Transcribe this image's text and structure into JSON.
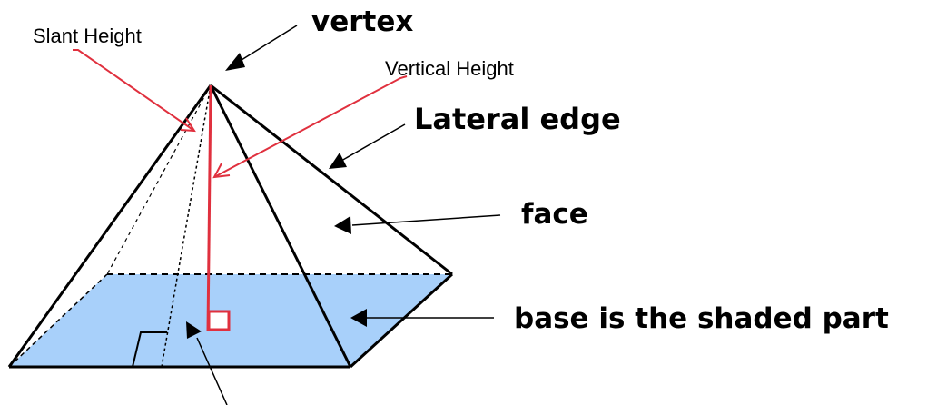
{
  "labels": {
    "vertex": "vertex",
    "slant_height": "Slant Height",
    "vertical_height": "Vertical Height",
    "lateral_edge": "Lateral edge",
    "face": "face",
    "base": "base is the shaded part"
  },
  "colors": {
    "base_fill": "#a8d0fa",
    "edge": "#000000",
    "height_line": "#e0303e",
    "pointer": "#000000"
  }
}
